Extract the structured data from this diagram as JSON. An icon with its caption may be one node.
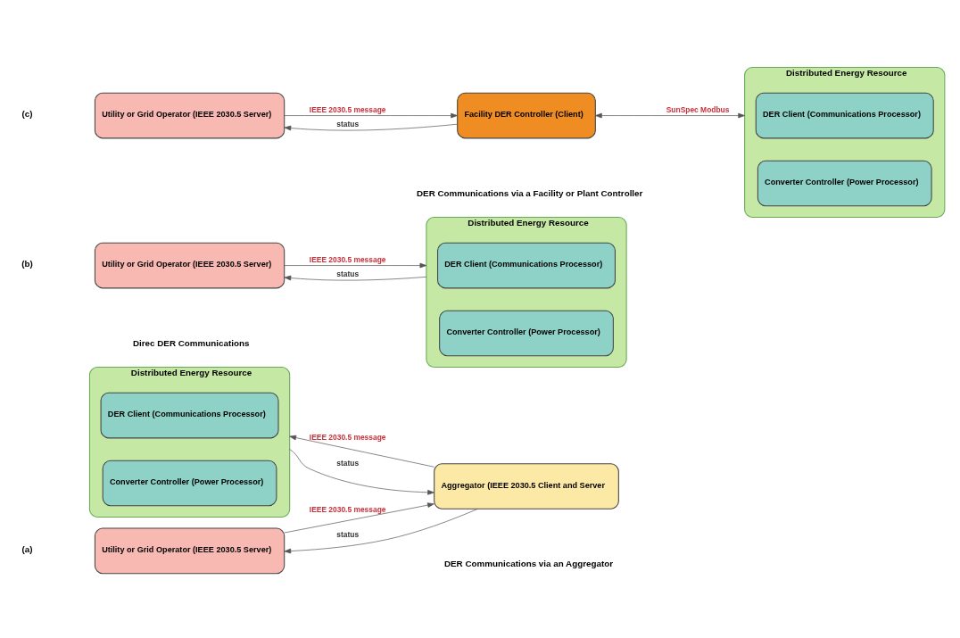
{
  "diagram": {
    "nodes": [
      {
        "text": [
          "Utility or Grid Operator (IEEE 2030.5 Server)"
        ]
      },
      {
        "text": [
          "Aggregator (IEEE 2030.5 Client and Server"
        ]
      },
      {
        "text": [
          "Distributed Energy Resource"
        ]
      },
      {
        "text": [
          "DER Client (Communications Processor)"
        ],
        "in": 2
      },
      {
        "text": [
          "Converter Controller (Power Processor)"
        ],
        "in": 2
      },
      {
        "text": [
          "Utility or Grid Operator (IEEE 2030.5 Server)"
        ]
      },
      {
        "text": [
          "Distributed Energy Resource"
        ]
      },
      {
        "text": [
          "DER Client (Communications Processor)"
        ],
        "in": 6
      },
      {
        "text": [
          "Converter Controller (Power Processor)"
        ],
        "in": 6
      },
      {
        "text": [
          "Utility or Grid Operator (IEEE 2030.5 Server)"
        ]
      },
      {
        "text": [
          "Facility DER Controller (Client)"
        ]
      },
      {
        "text": [
          "Distributed Energy Resource"
        ]
      },
      {
        "text": [
          "DER Client (Communications Processor)"
        ],
        "in": 11
      },
      {
        "text": [
          "Converter Controller (Power Processor)"
        ],
        "in": 11
      }
    ],
    "edges": [
      {
        "from": 0,
        "to": 1,
        "arrow": "to",
        "label": "IEEE 2030.5 message"
      },
      {
        "from": 1,
        "to": 0,
        "arrow": "to",
        "label": "status"
      },
      {
        "from": 1,
        "to": 2,
        "arrow": "to",
        "label": "IEEE 2030.5 message"
      },
      {
        "from": 2,
        "to": 1,
        "arrow": "to",
        "label": "status"
      },
      {
        "from": 5,
        "to": 6,
        "arrow": "to",
        "label": "IEEE 2030.5 message"
      },
      {
        "from": 6,
        "to": 5,
        "arrow": "to",
        "label": "status"
      },
      {
        "from": 9,
        "to": 10,
        "arrow": "to",
        "label": "IEEE 2030.5 message"
      },
      {
        "from": 10,
        "to": 9,
        "arrow": "to",
        "label": "status"
      },
      {
        "from": 10,
        "to": 11,
        "arrow": "both",
        "label": "SunSpec Modbus"
      }
    ],
    "labels": [
      "(a)",
      "DER Communications via an Aggregator",
      "(b)",
      "Direc DER Communications",
      "(c)",
      "DER Communications via a Facility or Plant Controller"
    ]
  }
}
